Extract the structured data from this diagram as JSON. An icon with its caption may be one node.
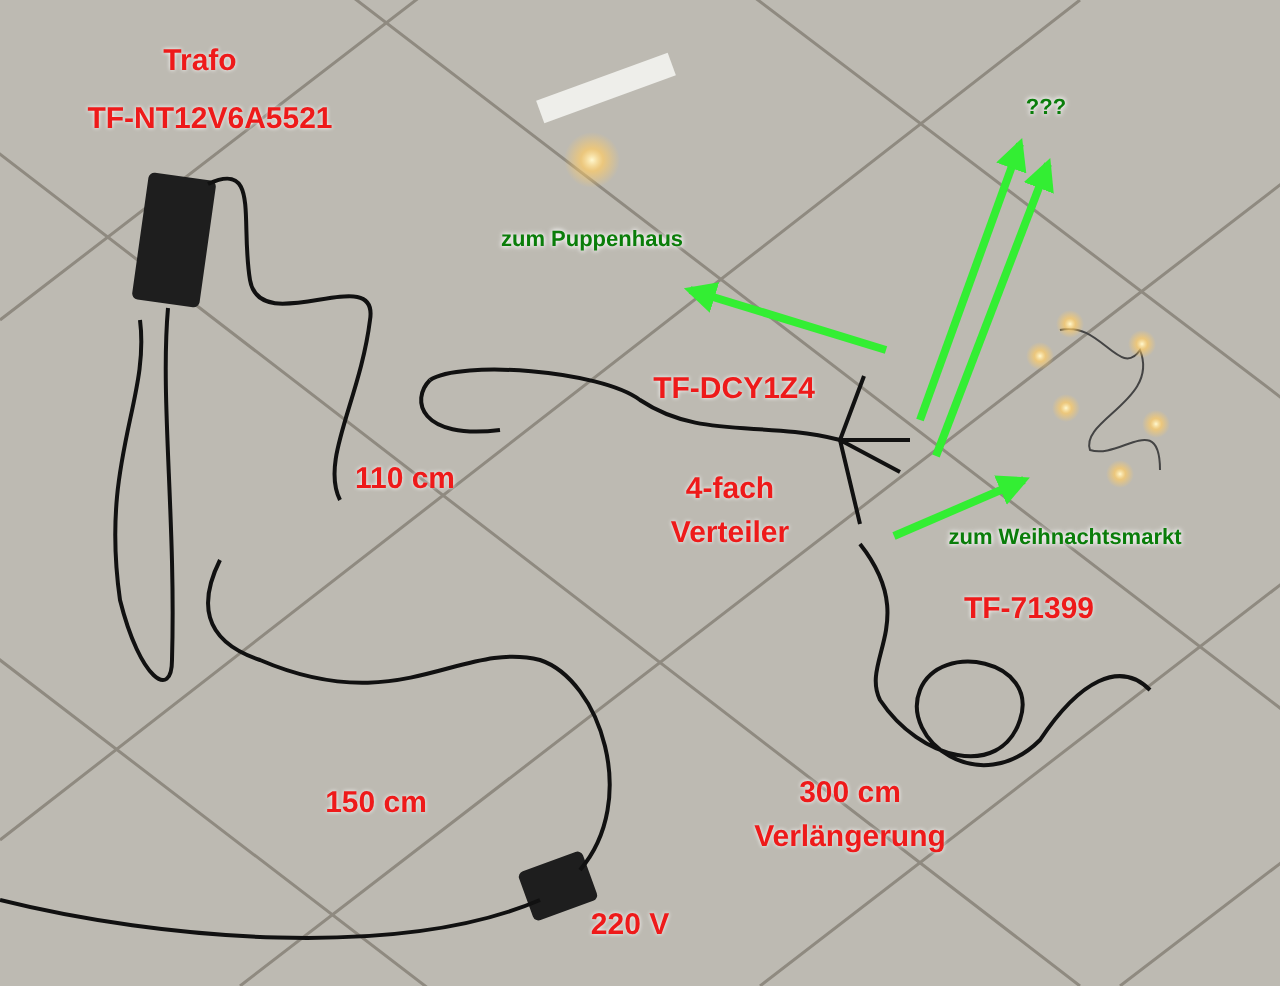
{
  "diagram": {
    "nodes": [
      {
        "text": [
          "zum Puppenhaus"
        ]
      },
      {
        "text": [
          "???"
        ]
      },
      {
        "text": [
          "zum Weihnachtsmarkt"
        ]
      }
    ],
    "edges": [
      {
        "from": null,
        "to": 0,
        "arrow": "to"
      },
      {
        "from": null,
        "to": 1,
        "arrow": "to"
      },
      {
        "from": null,
        "to": 1,
        "arrow": "to"
      },
      {
        "from": null,
        "to": 2,
        "arrow": "to"
      }
    ],
    "labels": [
      "Trafo",
      "TF-NT12V6A5521",
      "110 cm",
      "TF-DCY1Z4",
      "4-fach Verteiler",
      "TF-71399",
      "150 cm",
      "300 cm Verlängerung",
      "220 V"
    ]
  }
}
